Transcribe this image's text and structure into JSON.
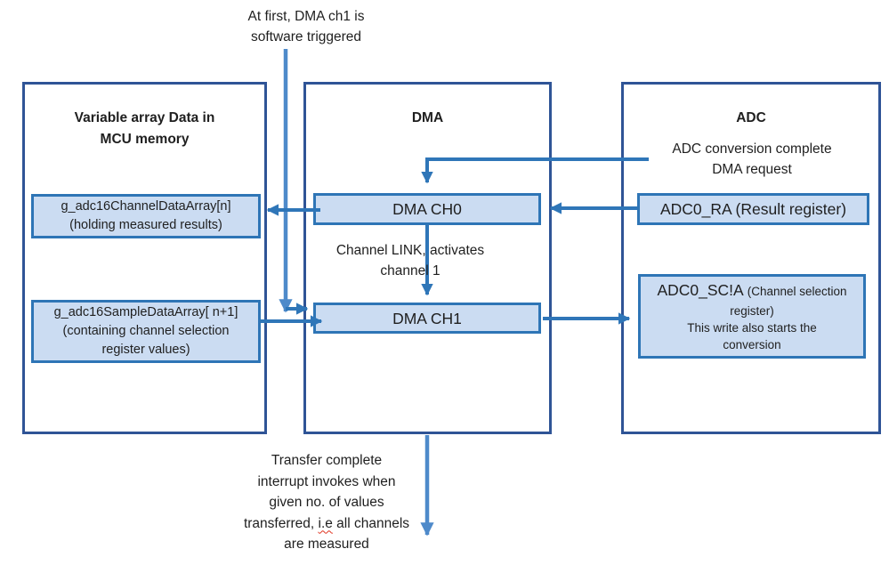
{
  "colors": {
    "outer-border": "#2F5496",
    "box-border": "#2E75B6",
    "box-fill": "#CBDCF2",
    "arrow": "#2F76B8",
    "arrow-light": "#4E8ACA",
    "text": "#1F1F1F",
    "squiggle": "#E0321E"
  },
  "top_note": {
    "line1": "At first, DMA ch1 is",
    "line2": "software triggered"
  },
  "memory": {
    "title_line1": "Variable array Data in",
    "title_line2": "MCU memory",
    "channel_array": {
      "name": "g_adc16ChannelDataArray[n]",
      "desc": "(holding measured results)"
    },
    "sample_array": {
      "name": "g_adc16SampleDataArray[ n+1]",
      "desc_line1": "(containing channel selection",
      "desc_line2": "register values)"
    }
  },
  "dma": {
    "title": "DMA",
    "ch0_label": "DMA CH0",
    "link_note_line1": "Channel LINK, activates",
    "link_note_line2": "channel 1",
    "ch1_label": "DMA CH1"
  },
  "adc": {
    "title": "ADC",
    "request_note_line1": "ADC conversion complete",
    "request_note_line2": "DMA request",
    "result_register_label": "ADC0_RA (Result register)",
    "selection_register": {
      "name": "ADC0_SC!A",
      "sub_line1": "(Channel selection",
      "sub_line2": "register)",
      "note_line1": "This write also starts the",
      "note_line2": "conversion"
    }
  },
  "bottom_note": {
    "line1": "Transfer complete",
    "line2": "interrupt invokes when",
    "line3": "given no. of values",
    "line4_pre": "transferred, ",
    "line4_flagged": "i.e",
    "line4_post": " all channels",
    "line5": "are measured"
  }
}
